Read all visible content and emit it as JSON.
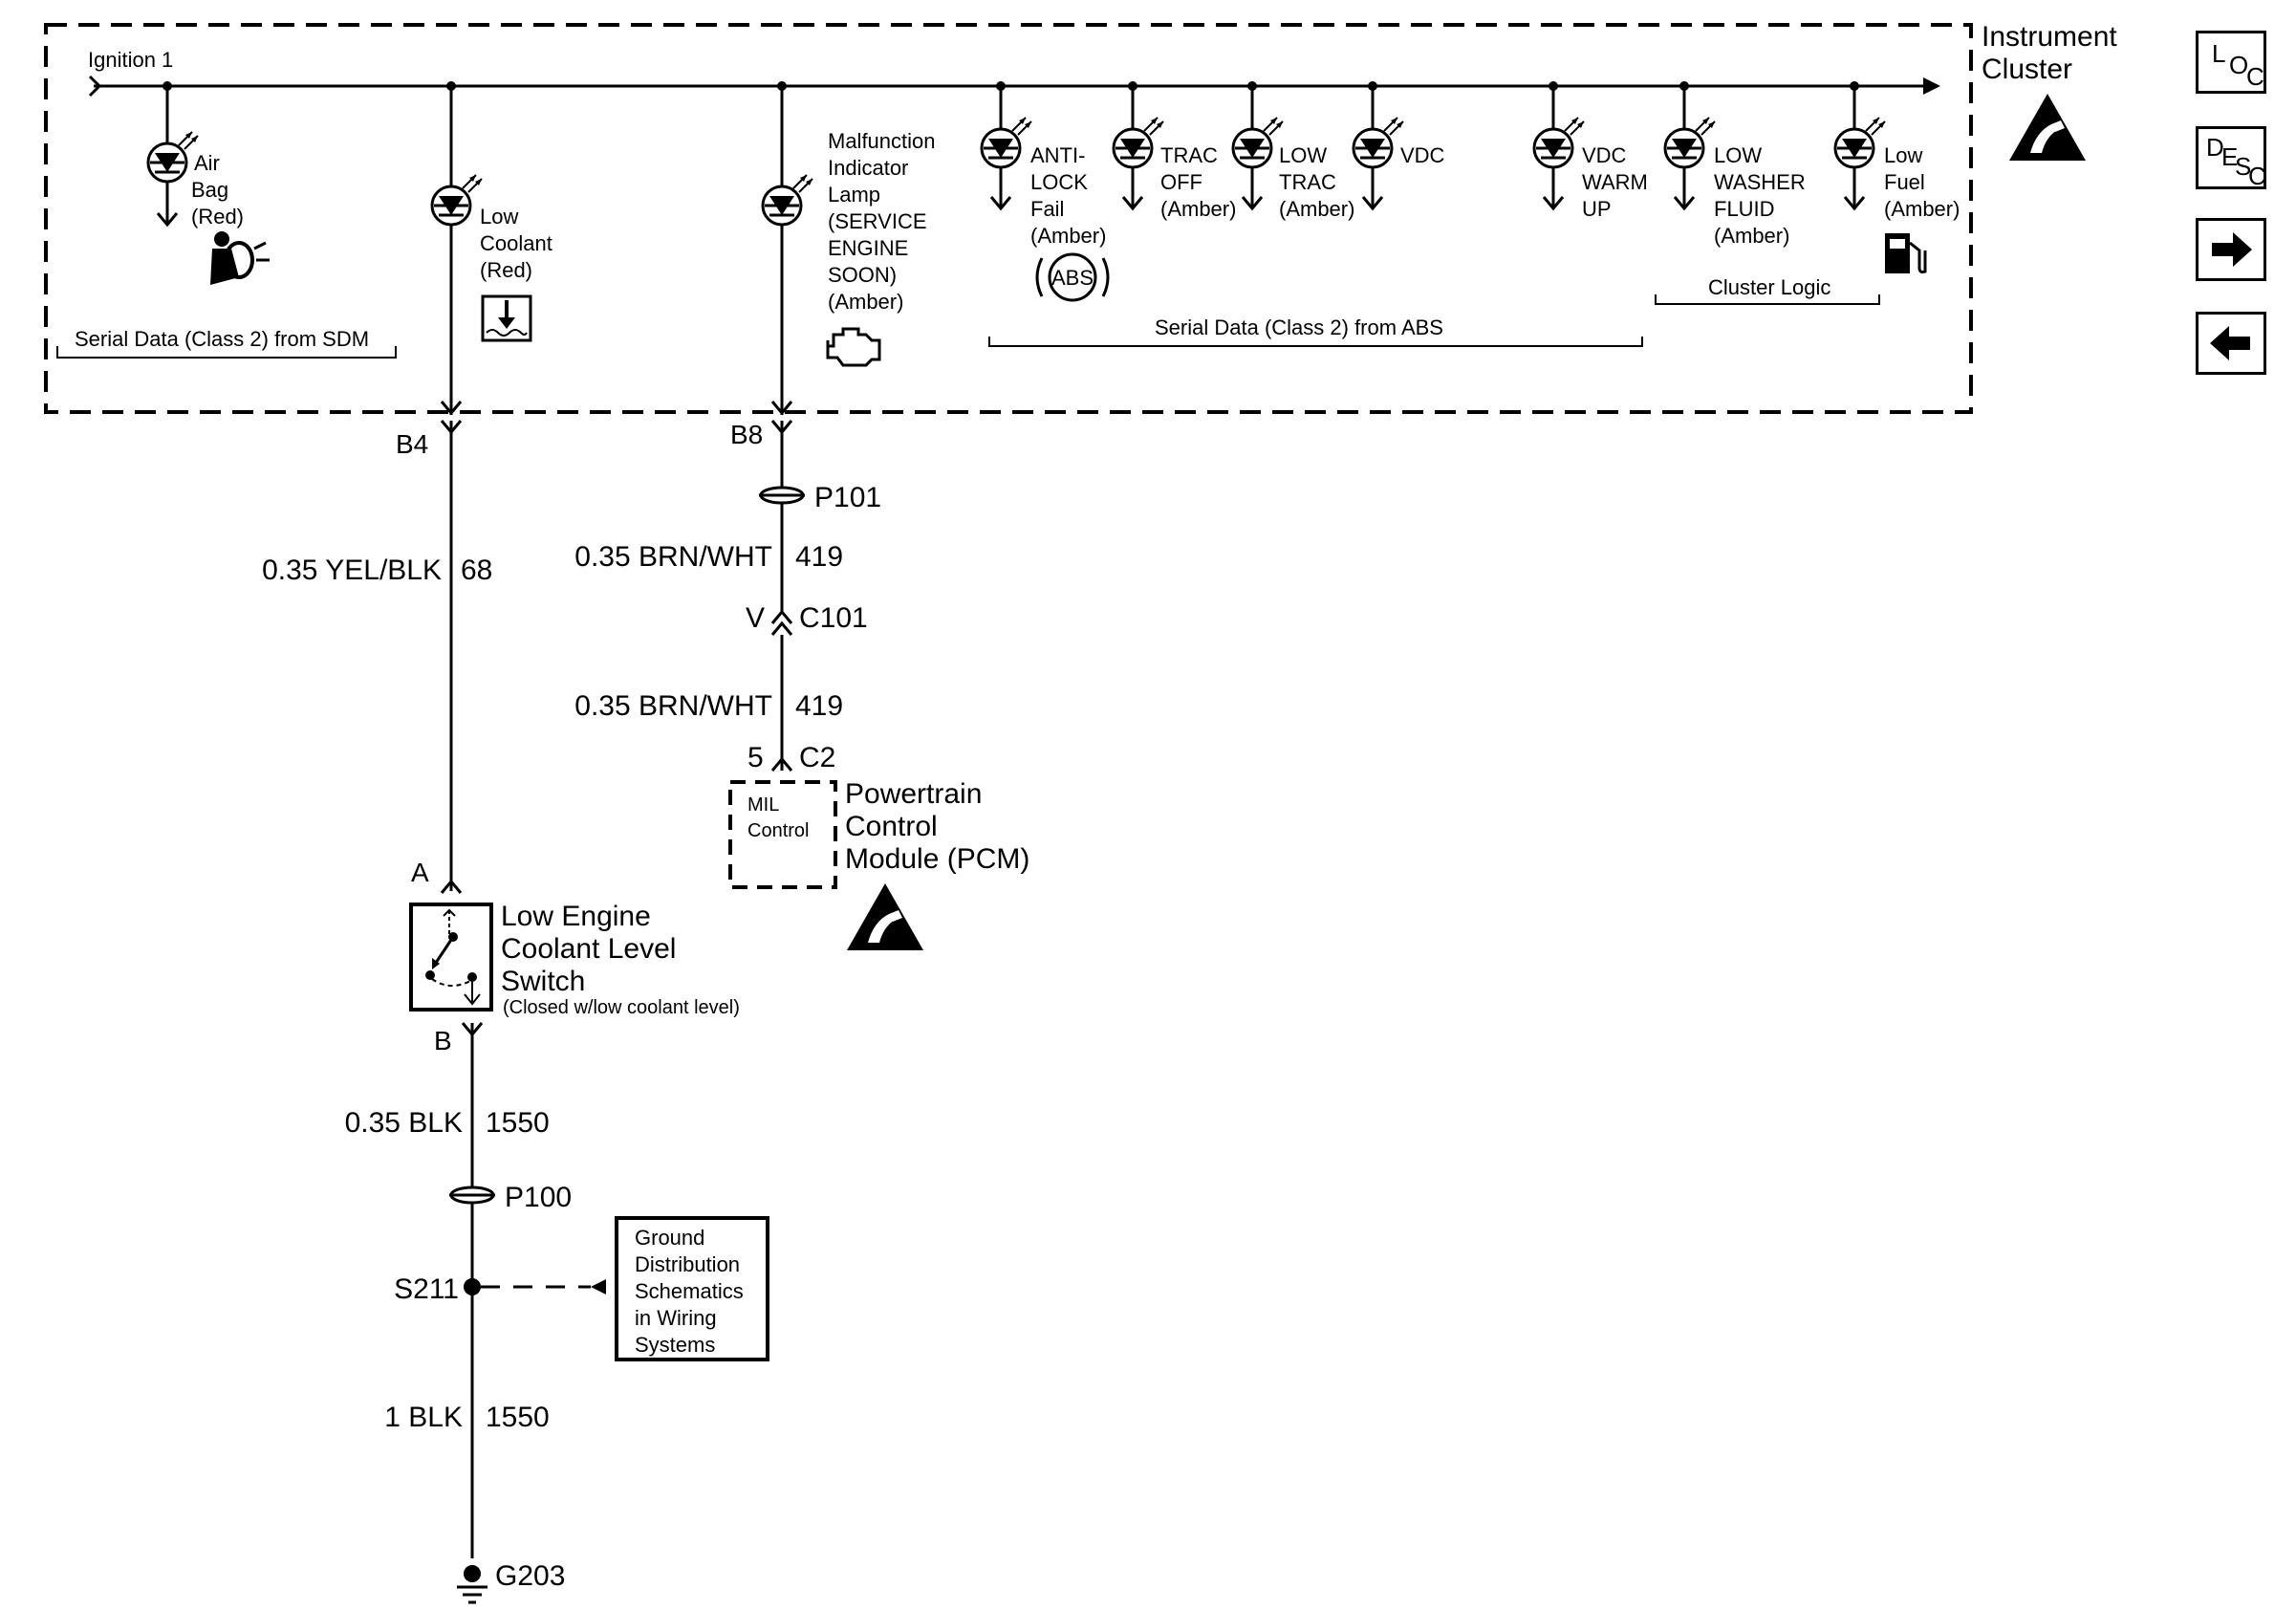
{
  "cluster": {
    "title_line1": "Instrument",
    "title_line2": "Cluster",
    "bus_label": "Ignition 1",
    "sdm_label": "Serial Data (Class 2) from SDM",
    "abs_label": "Serial Data (Class 2) from ABS",
    "logic_label": "Cluster Logic",
    "lamps": {
      "airbag": [
        "Air",
        "Bag",
        "(Red)"
      ],
      "lowcoolant": [
        "Low",
        "Coolant",
        "(Red)"
      ],
      "mil": [
        "Malfunction",
        "Indicator",
        "Lamp",
        "(SERVICE",
        "ENGINE",
        "SOON)",
        "(Amber)"
      ],
      "antilock": [
        "ANTI-",
        "LOCK",
        "Fail",
        "(Amber)"
      ],
      "abs_symbol": "ABS",
      "tracoff": [
        "TRAC",
        "OFF",
        "(Amber)"
      ],
      "lowtrac": [
        "LOW",
        "TRAC",
        "(Amber)"
      ],
      "vdc": [
        "VDC"
      ],
      "vdcwarm": [
        "VDC",
        "WARM",
        "UP"
      ],
      "washer": [
        "LOW",
        "WASHER",
        "FLUID",
        "(Amber)"
      ],
      "lowfuel": [
        "Low",
        "Fuel",
        "(Amber)"
      ]
    }
  },
  "circuits": {
    "b4": "B4",
    "b8": "B8",
    "p101": "P101",
    "c101": "C101",
    "v": "V",
    "wire68_spec": "0.35 YEL/BLK",
    "wire68_num": "68",
    "wire419a_spec": "0.35 BRN/WHT",
    "wire419a_num": "419",
    "wire419b_spec": "0.35 BRN/WHT",
    "wire419b_num": "419",
    "pin5": "5",
    "c2": "C2",
    "pin_a": "A",
    "pin_b": "B",
    "wire1550a_spec": "0.35 BLK",
    "wire1550a_num": "1550",
    "p100": "P100",
    "s211": "S211",
    "wire1550b_spec": "1 BLK",
    "wire1550b_num": "1550",
    "g203": "G203"
  },
  "pcm": {
    "inner": [
      "MIL",
      "Control"
    ],
    "title": [
      "Powertrain",
      "Control",
      "Module (PCM)"
    ]
  },
  "switch": {
    "title": [
      "Low Engine",
      "Coolant Level",
      "Switch"
    ],
    "note": "(Closed w/low coolant level)"
  },
  "ground_ref": [
    "Ground",
    "Distribution",
    "Schematics",
    "in Wiring",
    "Systems"
  ],
  "nav": {
    "loc": [
      "L",
      "O",
      "C"
    ],
    "desc": [
      "D",
      "E",
      "S",
      "C"
    ],
    "next_icon": "arrow-right-icon",
    "prev_icon": "arrow-left-icon"
  }
}
